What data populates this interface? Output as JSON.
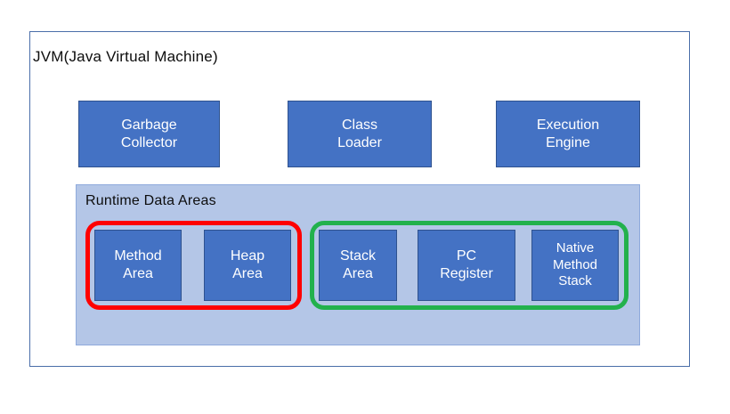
{
  "diagram": {
    "title": "JVM(Java Virtual Machine)",
    "background_color": "#FFFFFF",
    "frame_border_color": "#4A6EA9",
    "component_fill": "#4472C4",
    "component_border": "#2F528F",
    "component_text_color": "#FFFFFF"
  },
  "top_components": [
    {
      "id": "garbage-collector",
      "label": "Garbage\nCollector"
    },
    {
      "id": "class-loader",
      "label": "Class\nLoader"
    },
    {
      "id": "execution-engine",
      "label": "Execution\nEngine"
    }
  ],
  "runtime_data_areas": {
    "title": "Runtime Data Areas",
    "fill_color": "#B4C6E7",
    "border_color": "#8FAADC",
    "areas": [
      {
        "id": "method-area",
        "label": "Method\nArea",
        "group": "shared"
      },
      {
        "id": "heap-area",
        "label": "Heap\nArea",
        "group": "shared"
      },
      {
        "id": "stack-area",
        "label": "Stack\nArea",
        "group": "per-thread"
      },
      {
        "id": "pc-register",
        "label": "PC\nRegister",
        "group": "per-thread"
      },
      {
        "id": "native-method-stack",
        "label": "Native\nMethod\nStack",
        "group": "per-thread"
      }
    ],
    "groups": [
      {
        "id": "shared-group",
        "color": "#FF0000",
        "members": [
          "method-area",
          "heap-area"
        ]
      },
      {
        "id": "per-thread-group",
        "color": "#22B14C",
        "members": [
          "stack-area",
          "pc-register",
          "native-method-stack"
        ]
      }
    ]
  }
}
